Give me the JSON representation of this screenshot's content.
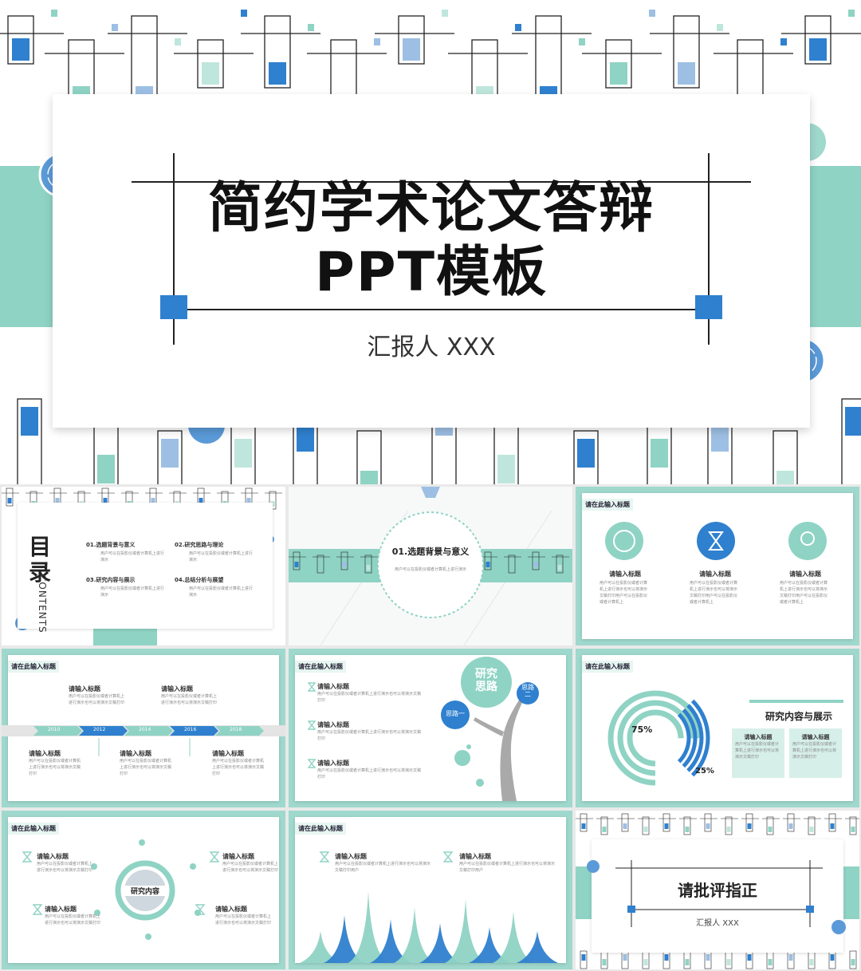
{
  "colors": {
    "mint": "#8fd3c4",
    "mint_light": "#bfe6dc",
    "blue": "#2f80cf",
    "blue_light": "#9dbfe3",
    "line": "#222222"
  },
  "cover": {
    "title_line1": "简约学术论文答辩",
    "title_line2": "PPT模板",
    "reporter": "汇报人 XXX"
  },
  "toc": {
    "title": "目录",
    "title_en": "CONTENTS",
    "items": [
      {
        "label": "01.选题背景与意义",
        "desc": "用户可以在投影仪或者计算机上进行演示"
      },
      {
        "label": "02.研究思路与理论",
        "desc": "用户可以在投影仪或者计算机上进行演示"
      },
      {
        "label": "03.研究内容与展示",
        "desc": "用户可以在投影仪或者计算机上进行演示"
      },
      {
        "label": "04.总结分析与展望",
        "desc": "用户可以在投影仪或者计算机上进行演示"
      }
    ]
  },
  "section": {
    "title": "01.选题背景与意义",
    "desc": "用户可以在投影仪或者计算机上进行演示"
  },
  "slide3": {
    "tag": "请在此输入标题",
    "cols": [
      {
        "title": "请输入标题",
        "desc": "用户可以在投影仪或者计算机上进行演示也可以将演示文稿打印用户可以在投影仪或者计算机上"
      },
      {
        "title": "请输入标题",
        "desc": "用户可以在投影仪或者计算机上进行演示也可以将演示文稿打印用户可以在投影仪或者计算机上"
      },
      {
        "title": "请输入标题",
        "desc": "用户可以在投影仪或者计算机上进行演示也可以将演示文稿打印用户可以在投影仪或者计算机上"
      }
    ]
  },
  "slide4": {
    "tag": "请在此输入标题",
    "years": [
      "2010",
      "2012",
      "2014",
      "2016",
      "2018"
    ],
    "top": [
      {
        "title": "请输入标题",
        "desc": "用户可以在投影仪或者计算机上进行演示也可以将演示文稿打印"
      },
      {
        "title": "请输入标题",
        "desc": "用户可以在投影仪或者计算机上进行演示也可以将演示文稿打印"
      }
    ],
    "bottom": [
      {
        "title": "请输入标题",
        "desc": "用户可以在投影仪或者计算机上进行演示也可以将演示文稿打印"
      },
      {
        "title": "请输入标题",
        "desc": "用户可以在投影仪或者计算机上进行演示也可以将演示文稿打印"
      },
      {
        "title": "请输入标题",
        "desc": "用户可以在投影仪或者计算机上进行演示也可以将演示文稿打印"
      }
    ]
  },
  "slide5": {
    "tag": "请在此输入标题",
    "items": [
      {
        "title": "请输入标题",
        "desc": "用户可以在投影仪或者计算机上进行演示也可以将演示文稿打印"
      },
      {
        "title": "请输入标题",
        "desc": "用户可以在投影仪或者计算机上进行演示也可以将演示文稿打印"
      },
      {
        "title": "请输入标题",
        "desc": "用户可以在投影仪或者计算机上进行演示也可以将演示文稿打印"
      }
    ],
    "tree_main": "研究思路",
    "tree_a": "思路一",
    "tree_b": "思路二"
  },
  "slide6": {
    "tag": "请在此输入标题",
    "heading": "研究内容与展示",
    "pct_a": "75%",
    "pct_b": "25%",
    "pct_a_value": 0.75,
    "pct_b_value": 0.25,
    "boxes": [
      {
        "title": "请输入标题",
        "desc": "用户可以在投影仪或者计算机上进行演示也可以将演示文稿打印"
      },
      {
        "title": "请输入标题",
        "desc": "用户可以在投影仪或者计算机上进行演示也可以将演示文稿打印"
      }
    ]
  },
  "slide7": {
    "tag": "请在此输入标题",
    "center": "研究内容",
    "items": [
      {
        "title": "请输入标题",
        "desc": "用户可以在投影仪或者计算机上进行演示也可以将演示文稿打印"
      },
      {
        "title": "请输入标题",
        "desc": "用户可以在投影仪或者计算机上进行演示也可以将演示文稿打印"
      },
      {
        "title": "请输入标题",
        "desc": "用户可以在投影仪或者计算机上进行演示也可以将演示文稿打印"
      },
      {
        "title": "请输入标题",
        "desc": "用户可以在投影仪或者计算机上进行演示也可以将演示文稿打印"
      }
    ]
  },
  "slide8": {
    "tag": "请在此输入标题",
    "items": [
      {
        "title": "请输入标题",
        "desc": "用户可以在投影仪或者计算机上进行演示也可以将演示文稿打印用户"
      },
      {
        "title": "请输入标题",
        "desc": "用户可以在投影仪或者计算机上进行演示也可以将演示文稿打印用户"
      }
    ]
  },
  "slide9": {
    "title": "请批评指正",
    "reporter": "汇报人 XXX"
  }
}
